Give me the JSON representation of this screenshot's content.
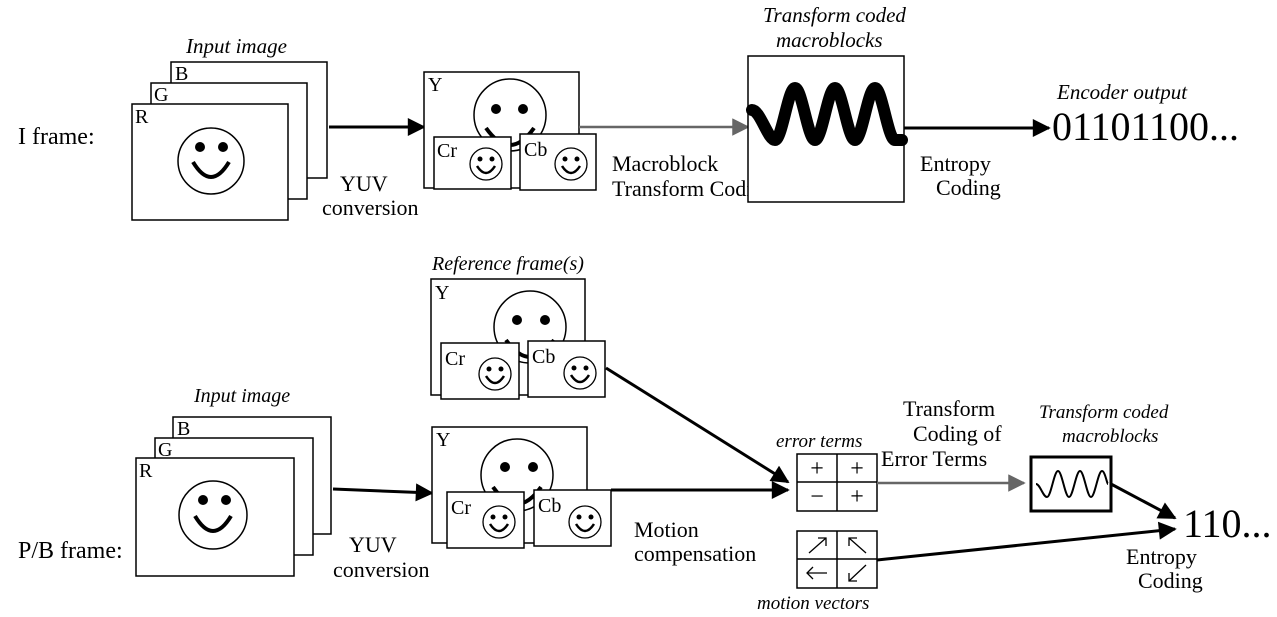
{
  "iframe": {
    "row_label": "I frame:",
    "input_caption": "Input image",
    "channels": [
      "B",
      "G",
      "R"
    ],
    "yuv_label": "Y",
    "cr_label": "Cr",
    "cb_label": "Cb",
    "yuv_step": [
      "YUV",
      "conversion"
    ],
    "mtc_step": [
      "Macroblock",
      "Transform Coding"
    ],
    "tcm_caption": [
      "Transform coded",
      "macroblocks"
    ],
    "entropy_step": [
      "Entropy",
      "Coding"
    ],
    "output_caption": "Encoder output",
    "output_bits": "01101100..."
  },
  "pbframe": {
    "row_label": "P/B frame:",
    "input_caption": "Input image",
    "channels": [
      "B",
      "G",
      "R"
    ],
    "ref_caption": "Reference frame(s)",
    "yuv_label": "Y",
    "cr_label": "Cr",
    "cb_label": "Cb",
    "yuv_step": [
      "YUV",
      "conversion"
    ],
    "motion_step": [
      "Motion",
      "compensation"
    ],
    "error_caption": "error terms",
    "error_signs": [
      "+",
      "+",
      "−",
      "+"
    ],
    "mv_caption": "motion vectors",
    "tce_step": [
      "Transform",
      "Coding of",
      "Error Terms"
    ],
    "tcm_caption": [
      "Transform coded",
      "macroblocks"
    ],
    "entropy_step": [
      "Entropy",
      "Coding"
    ],
    "output_bits": "110..."
  }
}
